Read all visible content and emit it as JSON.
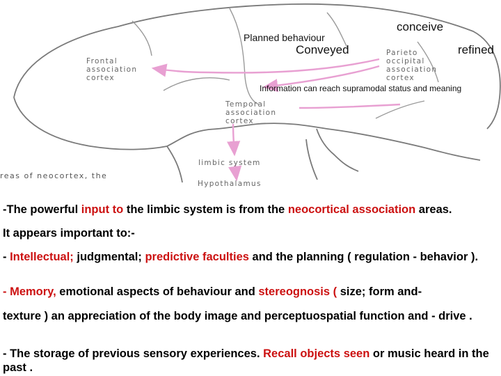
{
  "diagram": {
    "labels": {
      "planned": "Planned behaviour",
      "conveyed": "Conveyed",
      "conceive": "conceive",
      "refined": "refined",
      "information": "Information can reach supramodal status and meaning"
    },
    "brain_text": {
      "frontal": [
        "Frontal",
        "association",
        "cortex"
      ],
      "parieto": [
        "Parieto",
        "occipital",
        "association",
        "cortex"
      ],
      "temporal": [
        "Temporal",
        "association",
        "cortex"
      ],
      "limbic": "limbic system",
      "hypothalamus": "Hypothalamus",
      "caption_fragment": "reas of neocortex, the"
    },
    "colors": {
      "arrow": "#e8a0d2",
      "outline": "#7a7a7a",
      "highlight": "#cc1111"
    }
  },
  "body_text": {
    "p1": {
      "a": "-The powerful ",
      "b": "input to",
      "c": " the limbic system is from the ",
      "d": "neocortical association",
      "e": " areas."
    },
    "p2": {
      "a": " It appears important to:-"
    },
    "p3": {
      "a": "- ",
      "b": "Intellectual;",
      "c": " judgmental; ",
      "d": "predictive faculties",
      "e": " and the planning ( regulation - behavior )."
    },
    "p4": {
      "a": " - Memory,",
      "b": " emotional aspects of behaviour and ",
      "c": "stereognosis (",
      "d": " size; form and-"
    },
    "p5": {
      "a": "texture )  an appreciation of the body image and perceptuospatial function and - drive ."
    },
    "p6": {
      "a": "- The storage of previous sensory experiences. ",
      "b": "Recall objects seen",
      "c": " or music heard in the past ."
    }
  }
}
